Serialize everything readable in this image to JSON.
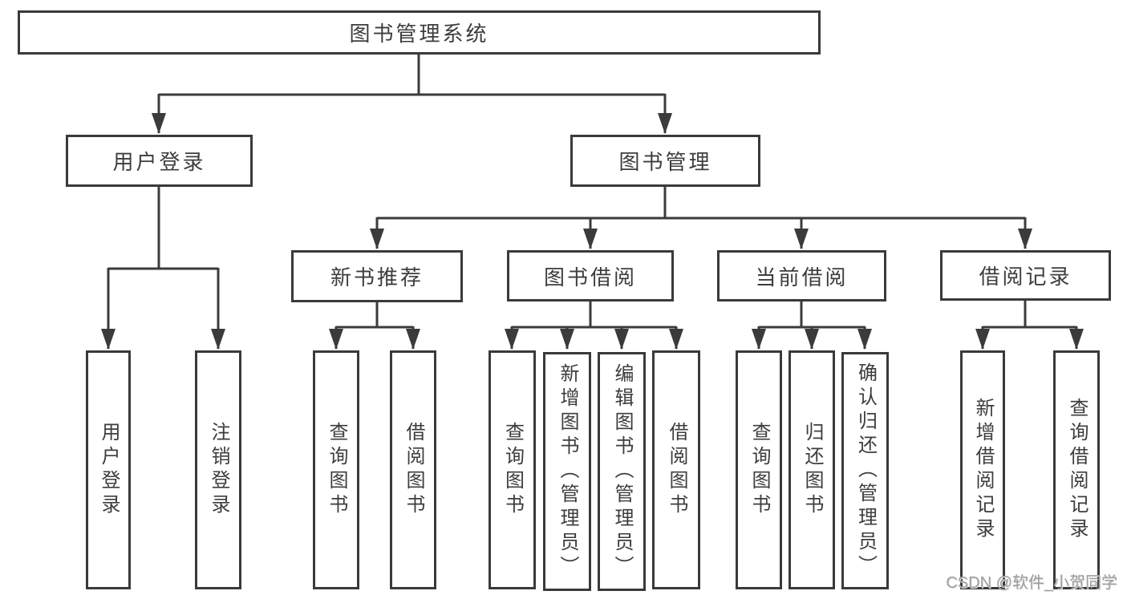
{
  "colors": {
    "line": "#3b3b3b",
    "box_border": "#3a3a3a",
    "text": "#3d3d3d",
    "watermark": "#9e9e9e",
    "background": "#ffffff"
  },
  "tree": {
    "root": {
      "label": "图书管理系统",
      "children": [
        {
          "label": "用户登录",
          "children": [
            {
              "label": "用户登录"
            },
            {
              "label": "注销登录"
            }
          ]
        },
        {
          "label": "图书管理",
          "children": [
            {
              "label": "新书推荐",
              "children": [
                {
                  "label": "查询图书"
                },
                {
                  "label": "借阅图书"
                }
              ]
            },
            {
              "label": "图书借阅",
              "children": [
                {
                  "label": "查询图书"
                },
                {
                  "label": "新增图书（管理员）"
                },
                {
                  "label": "编辑图书（管理员）"
                },
                {
                  "label": "借阅图书"
                }
              ]
            },
            {
              "label": "当前借阅",
              "children": [
                {
                  "label": "查询图书"
                },
                {
                  "label": "归还图书"
                },
                {
                  "label": "确认归还（管理员）"
                }
              ]
            },
            {
              "label": "借阅记录",
              "children": [
                {
                  "label": "新增借阅记录"
                },
                {
                  "label": "查询借阅记录"
                }
              ]
            }
          ]
        }
      ]
    }
  },
  "watermark": {
    "text": "CSDN @软件_小贺同学"
  }
}
